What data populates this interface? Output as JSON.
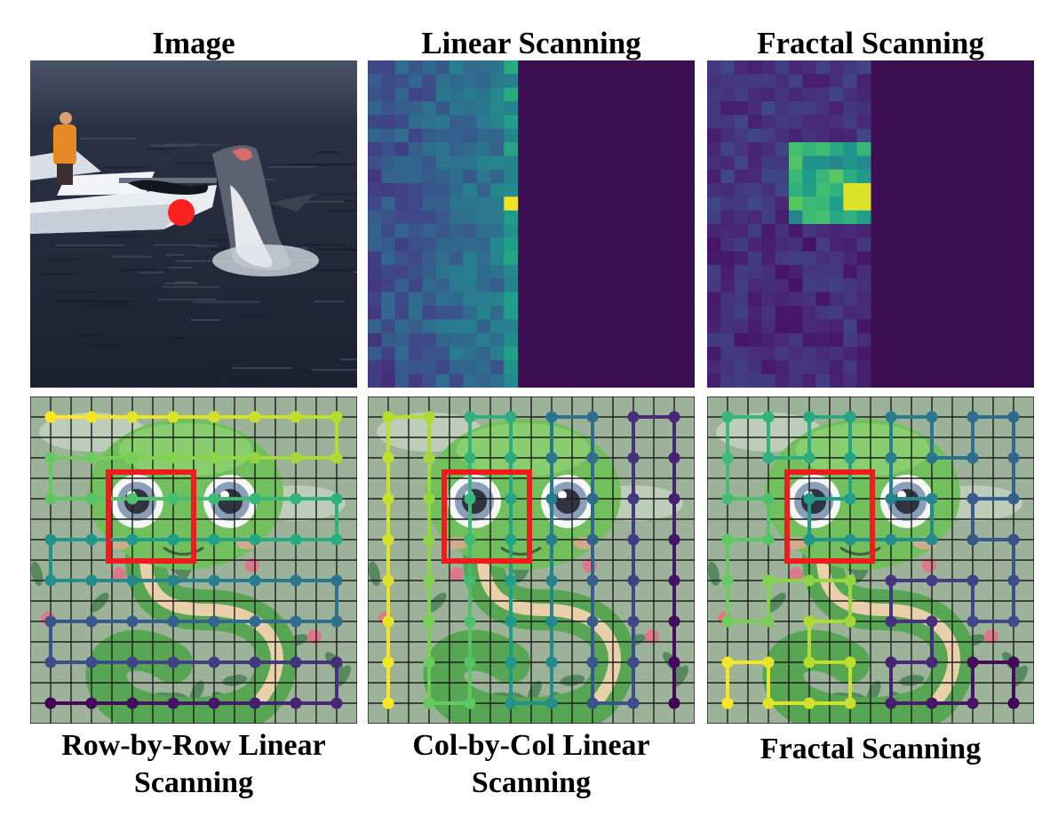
{
  "titles": {
    "image": "Image",
    "linear": "Linear Scanning",
    "fractal": "Fractal Scanning"
  },
  "captions": {
    "row": "Row-by-Row Linear Scanning",
    "col": "Col-by-Col Linear Scanning",
    "fractal": "Fractal Scanning"
  },
  "colors": {
    "highlight_box": "#ee1c1c",
    "query_dot": "#ff2020",
    "heat_bg": "#3b0f52",
    "ocean": "#2b3346"
  }
}
